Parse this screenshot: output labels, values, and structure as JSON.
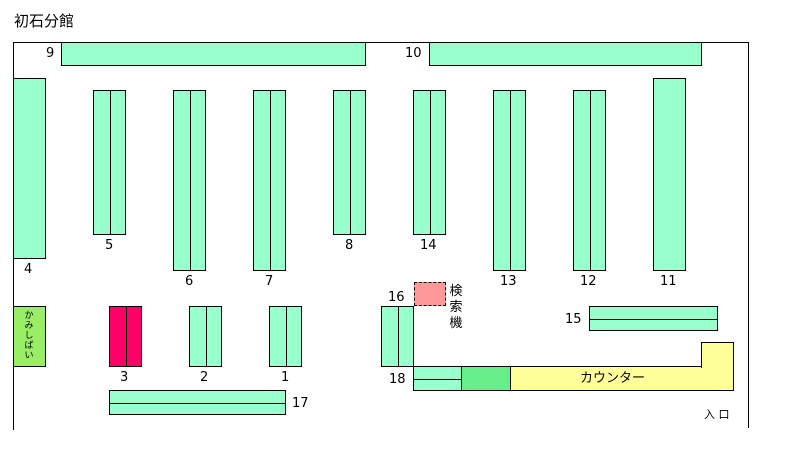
{
  "title": "初石分館",
  "shelves": {
    "s1": "1",
    "s2": "2",
    "s3": "3",
    "s4": "4",
    "s5": "5",
    "s6": "6",
    "s7": "7",
    "s8": "8",
    "s9": "9",
    "s10": "10",
    "s11": "11",
    "s12": "12",
    "s13": "13",
    "s14": "14",
    "s15": "15",
    "s16": "16",
    "s17": "17",
    "s18": "18"
  },
  "kamishibai": "かみしばい",
  "search_terminal": "検索機",
  "counter": "カウンター",
  "entrance": "入 口",
  "colors": {
    "shelf": "#99ffcc",
    "kamishibai": "#99ee66",
    "shelf_3": "#ff0066",
    "search_terminal": "#ff9999",
    "counter": "#ffff99",
    "counter_side": "#66ee88"
  }
}
